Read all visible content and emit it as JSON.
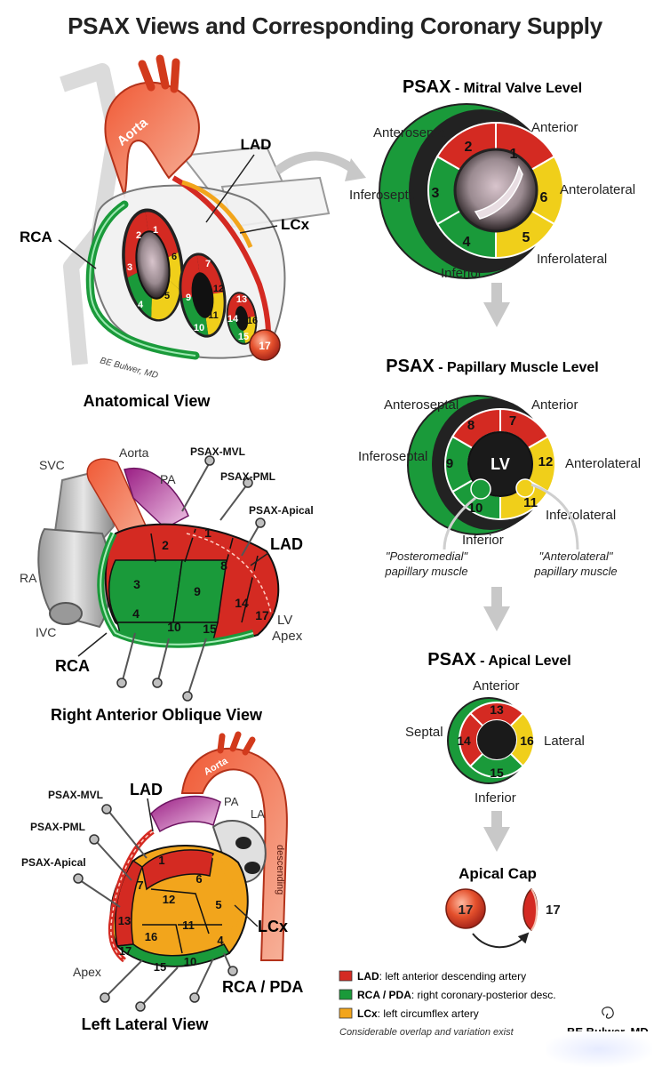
{
  "title": "PSAX Views and Corresponding Coronary Supply",
  "colors": {
    "lad": "#d42a22",
    "rca_pda": "#1a9a3a",
    "lcx": "#f2a51c",
    "lcx_yellow": "#f0cf1a",
    "aorta": "#e4502c",
    "pa": "#c034a0",
    "vein": "#d6d6d6",
    "lumen": "#1a1a1a"
  },
  "panels": {
    "anatomical": {
      "caption": "Anatomical View",
      "labels": {
        "aorta": "Aorta",
        "lad": "LAD",
        "lcx": "LCx",
        "rca": "RCA",
        "credit": "BE Bulwer, MD"
      },
      "segments": [
        "1",
        "2",
        "3",
        "4",
        "5",
        "6",
        "7",
        "12",
        "11",
        "10",
        "9",
        "13",
        "14",
        "15",
        "16",
        "17"
      ]
    },
    "rao": {
      "caption": "Right Anterior Oblique View",
      "labels": {
        "svc": "SVC",
        "aorta": "Aorta",
        "pa": "PA",
        "ra": "RA",
        "ivc": "IVC",
        "psax_mvl": "PSAX-MVL",
        "psax_pml": "PSAX-PML",
        "psax_apical": "PSAX-Apical",
        "lad": "LAD",
        "rca": "RCA",
        "lv_apex_1": "LV",
        "lv_apex_2": "Apex"
      },
      "segments": [
        "1",
        "2",
        "3",
        "4",
        "8",
        "9",
        "10",
        "14",
        "15",
        "17"
      ]
    },
    "lateral": {
      "caption": "Left Lateral View",
      "labels": {
        "psax_mvl": "PSAX-MVL",
        "psax_pml": "PSAX-PML",
        "psax_apical": "PSAX-Apical",
        "lad": "LAD",
        "aorta": "Aorta",
        "descending": "descending",
        "pa": "PA",
        "la": "LA",
        "lcx": "LCx",
        "rca_pda": "RCA / PDA",
        "apex": "Apex"
      },
      "segments": [
        "1",
        "7",
        "12",
        "6",
        "5",
        "11",
        "16",
        "13",
        "17",
        "15",
        "10",
        "4"
      ]
    }
  },
  "psax": {
    "mitral": {
      "heading_bold": "PSAX",
      "heading_rest": " - Mitral Valve Level",
      "labels": {
        "anteroseptal": "Anteroseptal",
        "anterior": "Anterior",
        "inferoseptal": "Inferoseptal",
        "anterolateral": "Anterolateral",
        "inferior": "Inferior",
        "inferolateral": "Inferolateral"
      },
      "segments": [
        "1",
        "2",
        "3",
        "4",
        "5",
        "6"
      ]
    },
    "papillary": {
      "heading_bold": "PSAX",
      "heading_rest": " - Papillary Muscle Level",
      "labels": {
        "anteroseptal": "Anteroseptal",
        "anterior": "Anterior",
        "inferoseptal": "Inferoseptal",
        "anterolateral": "Anterolateral",
        "inferior": "Inferior",
        "inferolateral": "Inferolateral",
        "lv": "LV",
        "posteromedial_1": "\"Posteromedial\"",
        "posteromedial_2": "papillary muscle",
        "anterolateral_pm_1": "\"Anterolateral\"",
        "anterolateral_pm_2": "papillary muscle"
      },
      "segments": [
        "7",
        "8",
        "9",
        "10",
        "11",
        "12"
      ]
    },
    "apical": {
      "heading_bold": "PSAX",
      "heading_rest": " - Apical Level",
      "labels": {
        "anterior": "Anterior",
        "septal": "Septal",
        "lateral": "Lateral",
        "inferior": "Inferior"
      },
      "segments": [
        "13",
        "14",
        "15",
        "16"
      ]
    },
    "apical_cap": {
      "heading": "Apical Cap",
      "segment": "17",
      "segment_side": "17"
    }
  },
  "legend": {
    "items": [
      {
        "abbr": "LAD",
        "desc": ": left anterior descending artery",
        "color": "#d42a22"
      },
      {
        "abbr": "RCA / PDA",
        "desc": ": right coronary-posterior desc.",
        "color": "#1a9a3a"
      },
      {
        "abbr": "LCx",
        "desc": ": left circumflex artery",
        "color": "#f2a51c"
      }
    ],
    "note": "Considerable overlap and variation exist",
    "credit": "BE Bulwer, MD"
  }
}
